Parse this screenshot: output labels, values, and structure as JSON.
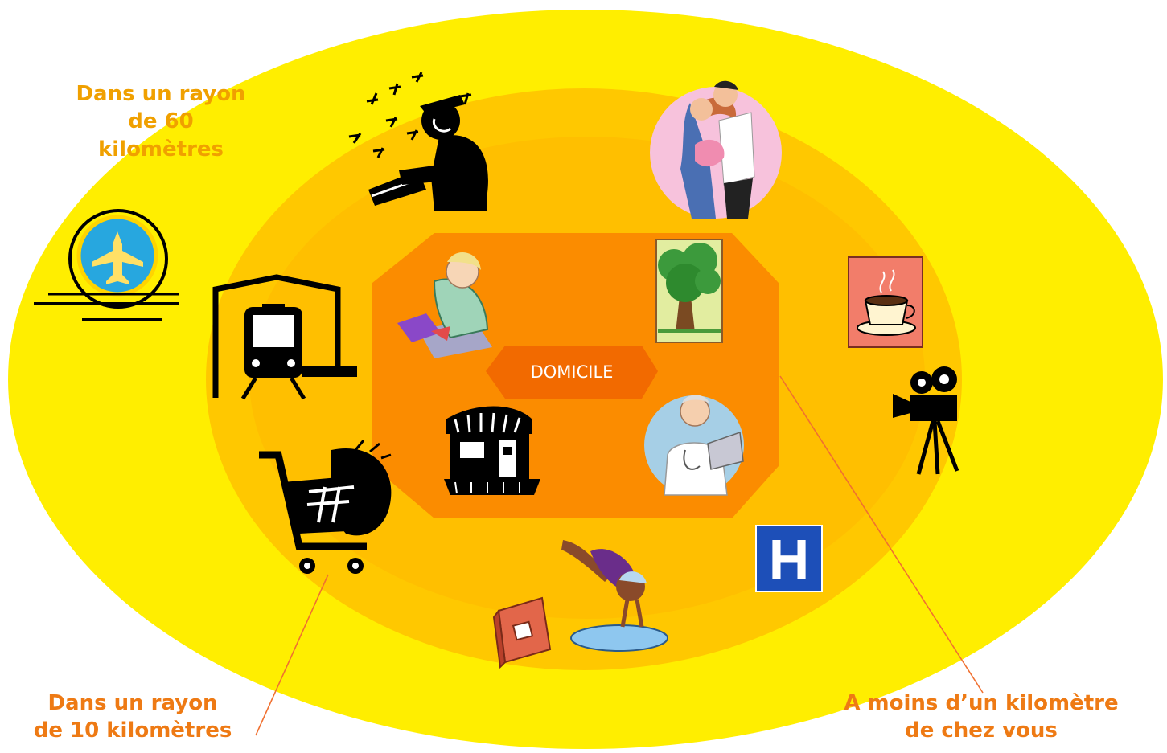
{
  "labels": {
    "radius_60": [
      "Dans un rayon",
      "de 60",
      "kilomètres"
    ],
    "radius_10": [
      "Dans un rayon",
      "de 10 kilomètres"
    ],
    "radius_1km": [
      "A moins d’un kilomètre",
      "de chez vous"
    ],
    "home": "DOMICILE"
  },
  "hospital_letter": "H",
  "icons": [
    "airport-icon",
    "train-station-icon",
    "supermarket-cart-icon",
    "handyman-icon",
    "family-icon",
    "cafe-icon",
    "cinema-camera-icon",
    "hospital-icon",
    "swimming-pool-icon",
    "library-book-icon",
    "school-child-icon",
    "park-tree-icon",
    "doctor-icon",
    "shop-icon"
  ],
  "colors": {
    "outer_ring": "#ffee00",
    "middle_ring": "#ffc800",
    "inner_ring": "#ffaf00",
    "home_zone": "#fb8c00",
    "home_badge": "#f26a00",
    "label_yellow": "#f0a000",
    "label_orange": "#ee7a14",
    "leader_line": "#f07030"
  }
}
